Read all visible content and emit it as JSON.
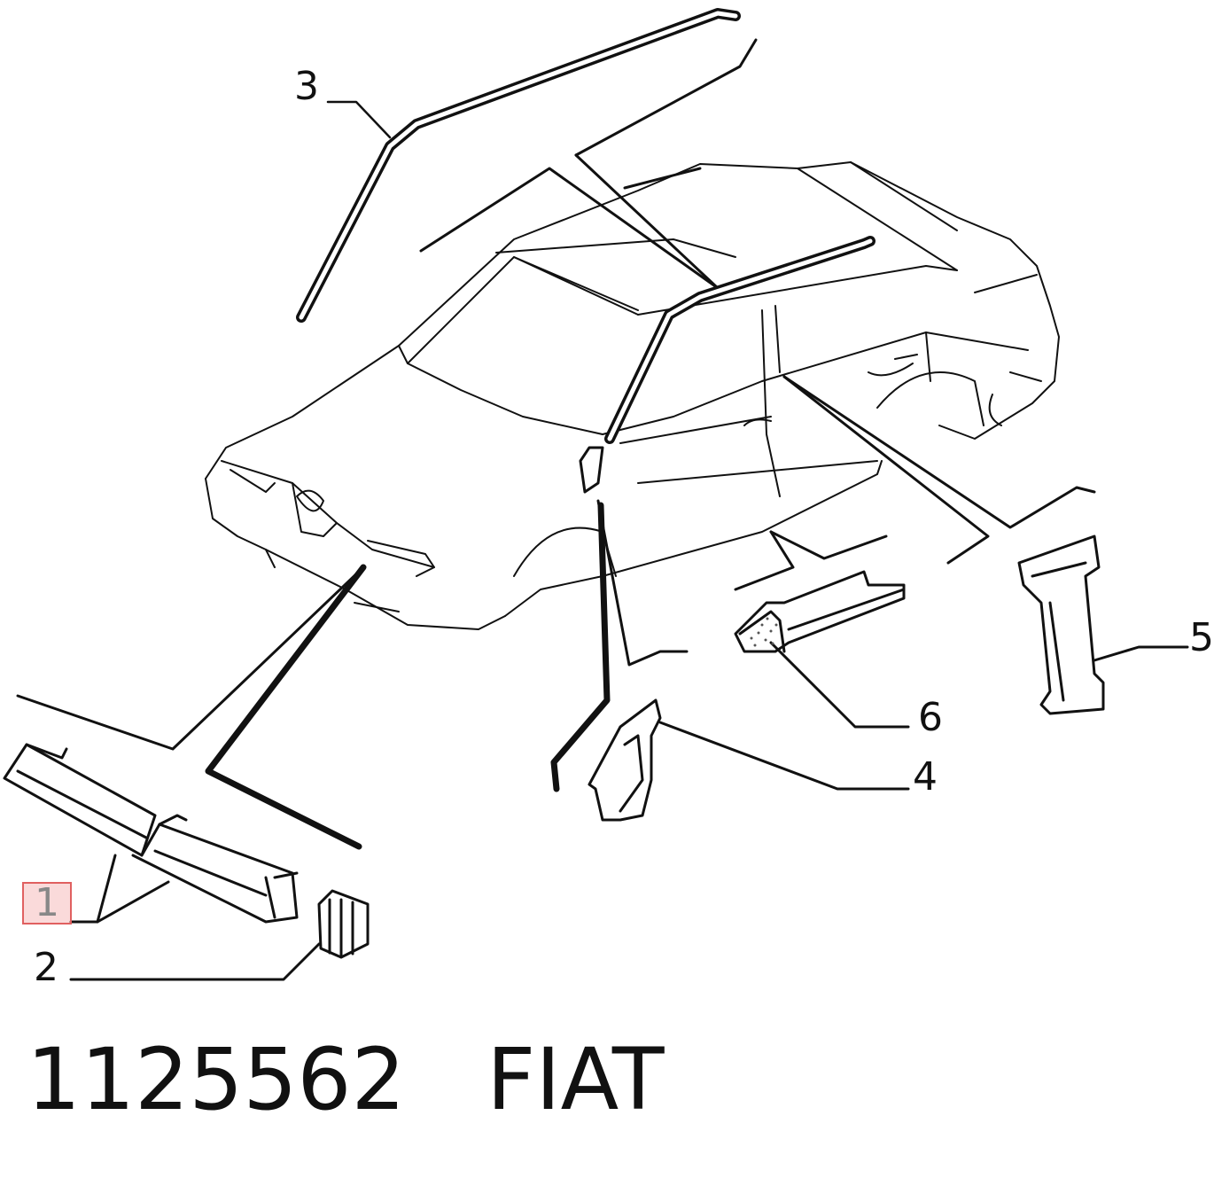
{
  "callouts": {
    "c1": "1",
    "c2": "2",
    "c3": "3",
    "c4": "4",
    "c5": "5",
    "c6": "6"
  },
  "footer": {
    "part_number": "1125562",
    "brand": "FIAT"
  },
  "colors": {
    "ink": "#111111",
    "highlight_border": "#e06060",
    "highlight_fill": "#f4b0b0"
  }
}
